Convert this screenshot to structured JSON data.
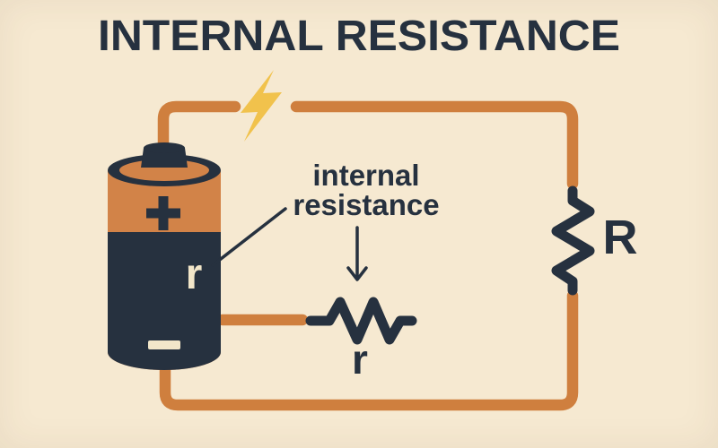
{
  "title": "INTERNAL RESISTANCE",
  "labels": {
    "annotation_line1": "internal",
    "annotation_line2": "resistance",
    "external_resistor": "R",
    "internal_resistor": "r",
    "battery_internal_r": "r",
    "battery_positive": "+",
    "battery_negative": "−"
  },
  "colors": {
    "background": "#f6e9d1",
    "wire": "#cf7f3e",
    "battery-orange": "#d28348",
    "dark": "#26313f",
    "bolt": "#f1c24c",
    "cream-text": "#f2e6c9"
  }
}
